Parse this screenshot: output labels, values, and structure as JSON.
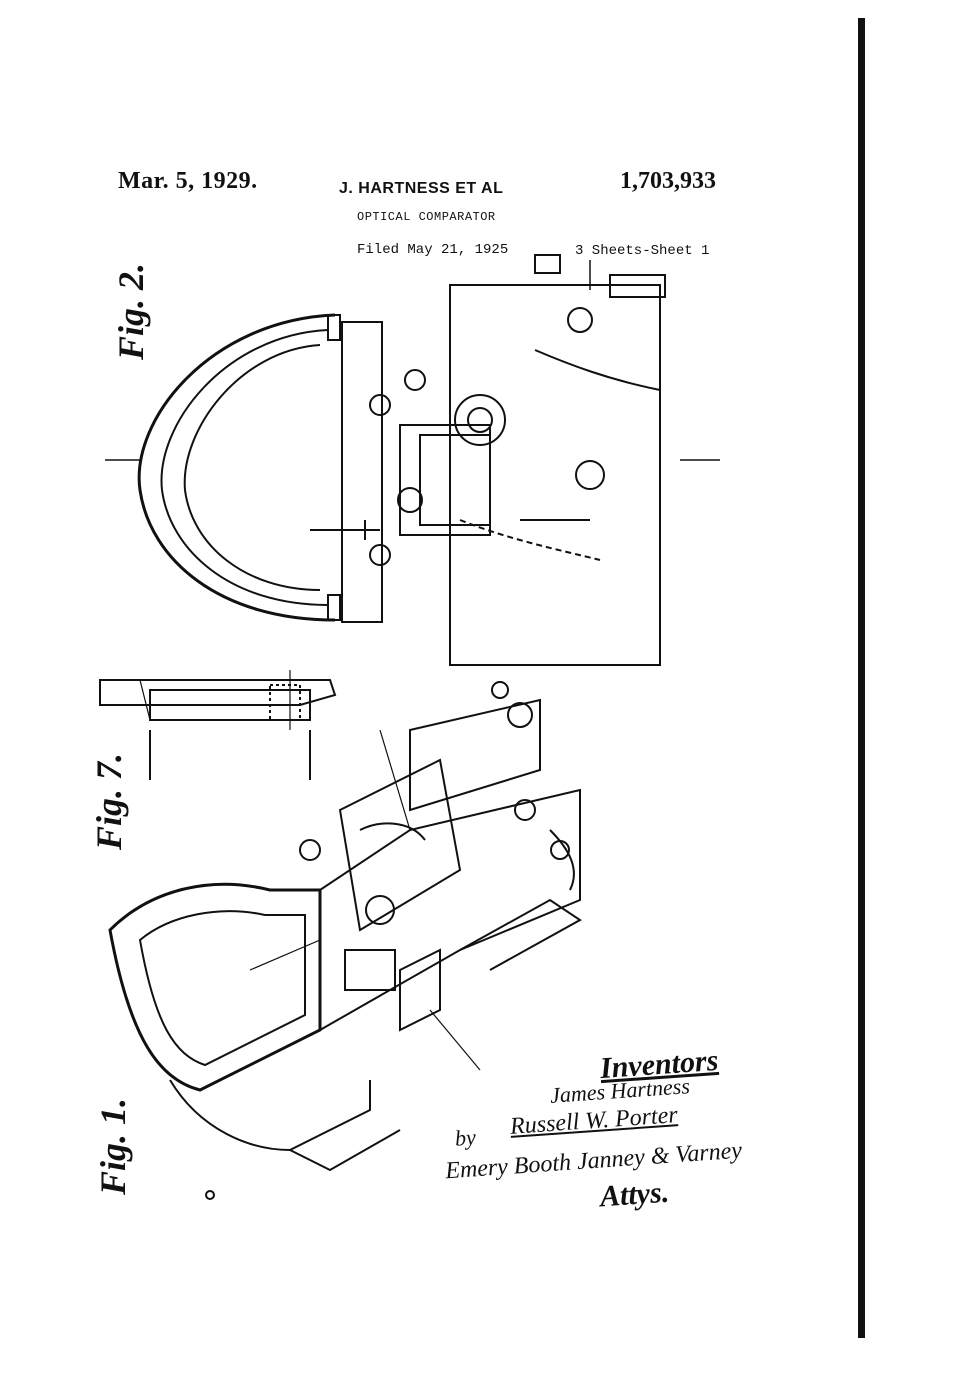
{
  "header": {
    "date": "Mar. 5, 1929.",
    "inventors_short": "J. HARTNESS ET AL",
    "patent_number": "1,703,933",
    "title": "OPTICAL COMPARATOR",
    "filed": "Filed May 21, 1925",
    "sheets": "3 Sheets-Sheet  1"
  },
  "figures": {
    "fig2": "Fig. 2.",
    "fig7": "Fig. 7.",
    "fig1": "Fig. 1."
  },
  "signatures": {
    "inventors_label": "Inventors",
    "inventor1": "James Hartness",
    "inventor2": "Russell W. Porter",
    "by": "by",
    "firm": "Emery Booth Janney & Varney",
    "attorneys": "Attys."
  }
}
